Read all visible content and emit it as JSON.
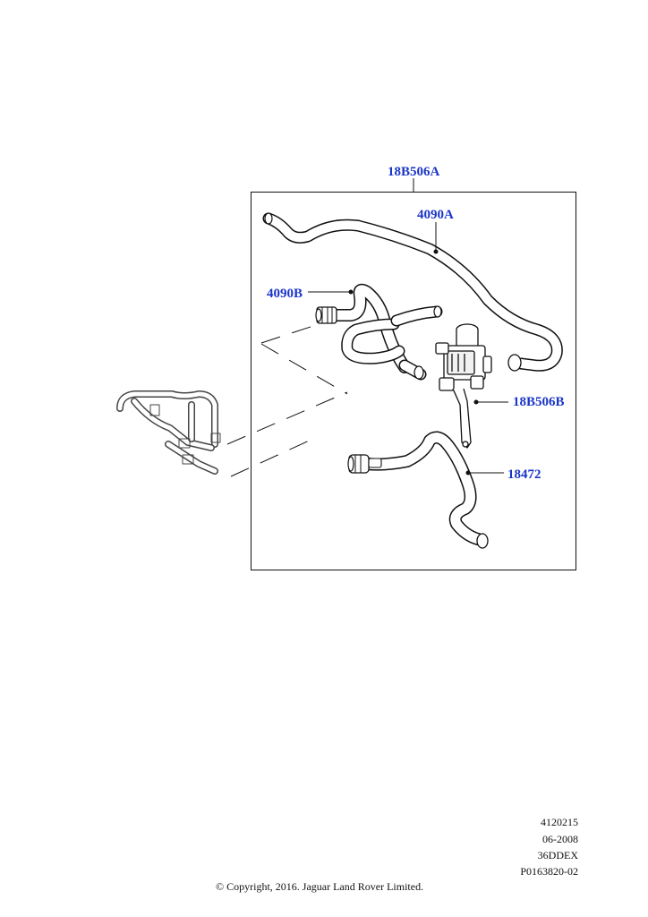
{
  "colors": {
    "callout_text": "#1a35c8",
    "line": "#111111"
  },
  "callouts": {
    "kit": "18B506A",
    "upper_hose": "4090A",
    "left_hose": "4090B",
    "valve": "18B506B",
    "lower_hose": "18472"
  },
  "drawing_info": {
    "line1": "4120215",
    "line2": "06-2008",
    "line3": "36DDEX",
    "line4": "P0163820-02"
  },
  "copyright": "© Copyright, 2016. Jaguar Land Rover Limited."
}
